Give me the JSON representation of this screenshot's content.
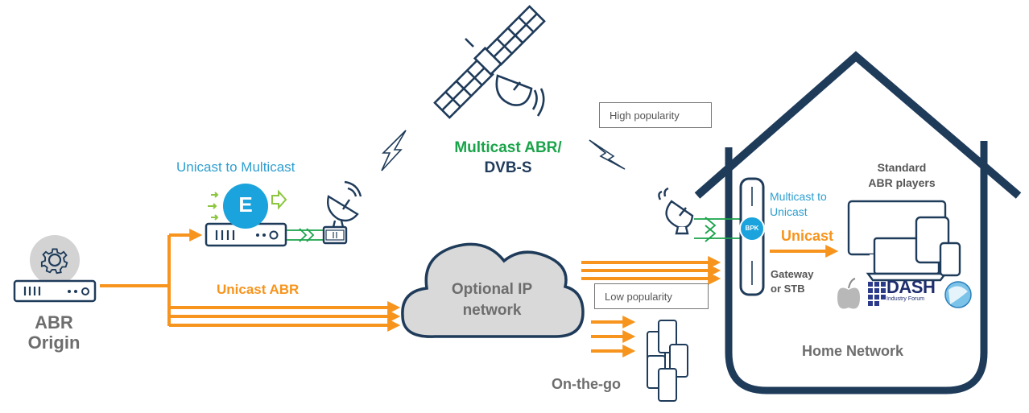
{
  "colors": {
    "navy": "#1f3b5a",
    "orange": "#f7941d",
    "green": "#1aa34a",
    "teal": "#2e9fd0",
    "grey_text": "#6d6d6d",
    "cloud_fill": "#d9d9d9",
    "encoder_blue": "#1aa3dc"
  },
  "origin": {
    "label_line1": "ABR",
    "label_line2": "Origin",
    "icon": "server-with-gear-icon"
  },
  "encoder": {
    "label": "Unicast to Multicast",
    "badge": "E",
    "icon": "encoder-server-icon"
  },
  "satellite": {
    "icon": "satellite-icon",
    "label_line1": "Multicast ABR/",
    "label_line2": "DVB-S"
  },
  "labels": {
    "high_popularity": "High popularity",
    "low_popularity": "Low popularity",
    "unicast_abr": "Unicast ABR",
    "on_the_go": "On-the-go"
  },
  "cloud": {
    "label_line1": "Optional IP",
    "label_line2": "network"
  },
  "home": {
    "title": "Home Network",
    "gateway_line1": "Gateway",
    "gateway_line2": "or STB",
    "gateway_badge": "BPK",
    "multicast_to_unicast_line1": "Multicast to",
    "multicast_to_unicast_line2": "Unicast",
    "unicast": "Unicast",
    "players_line1": "Standard",
    "players_line2": "ABR players",
    "dash_logo_main": "DASH",
    "dash_logo_sub": "Industry Forum"
  }
}
